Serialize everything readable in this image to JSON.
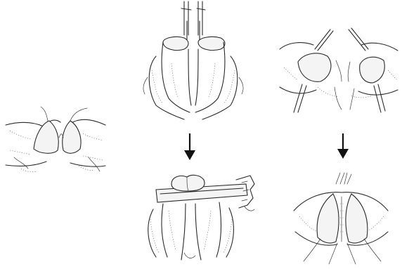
{
  "figure": {
    "panels": [
      {
        "id": "panel-left",
        "icon": "intestine-sutured-edges-illustration"
      },
      {
        "id": "panel-top-middle",
        "icon": "intestine-stapler-inserted-illustration"
      },
      {
        "id": "panel-bottom-middle",
        "icon": "intestine-stapler-closure-illustration"
      },
      {
        "id": "panel-top-right",
        "icon": "intestine-clamped-openings-illustration"
      },
      {
        "id": "panel-bottom-right",
        "icon": "intestine-sutured-anastomosis-illustration"
      }
    ],
    "arrows": [
      {
        "id": "arrow-middle",
        "direction": "down"
      },
      {
        "id": "arrow-right",
        "direction": "down"
      }
    ],
    "colors": {
      "ink": "#2a2a2a",
      "arrow": "#111111",
      "background": "#ffffff"
    }
  }
}
